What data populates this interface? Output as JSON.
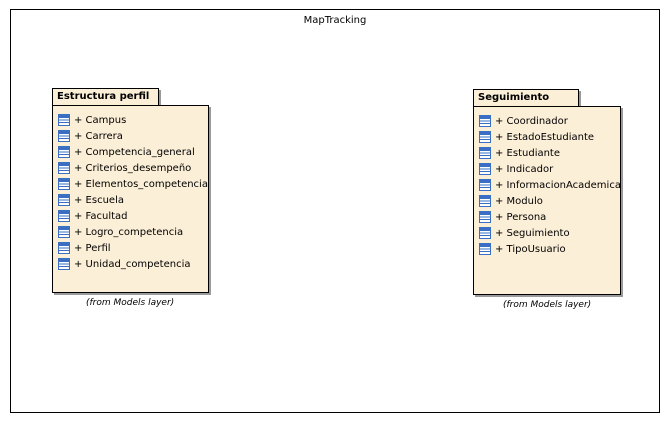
{
  "diagram": {
    "title": "MapTracking",
    "packages": [
      {
        "name": "Estructura perfil",
        "classes": [
          "+ Campus",
          "+ Carrera",
          "+ Competencia_general",
          "+ Criterios_desempeño",
          "+ Elementos_competencia",
          "+ Escuela",
          "+ Facultad",
          "+ Logro_competencia",
          "+ Perfil",
          "+ Unidad_competencia"
        ],
        "note": "(from Models layer)"
      },
      {
        "name": "Seguimiento",
        "classes": [
          "+ Coordinador",
          "+ EstadoEstudiante",
          "+ Estudiante",
          "+ Indicador",
          "+ InformacionAcademica",
          "+ Modulo",
          "+ Persona",
          "+ Seguimiento",
          "+ TipoUsuario"
        ],
        "note": "(from Models layer)"
      }
    ]
  },
  "colors": {
    "package_fill": "#fcefd8",
    "class_icon": "#3a6fc4"
  },
  "icons": {
    "class_item": "class-icon"
  }
}
